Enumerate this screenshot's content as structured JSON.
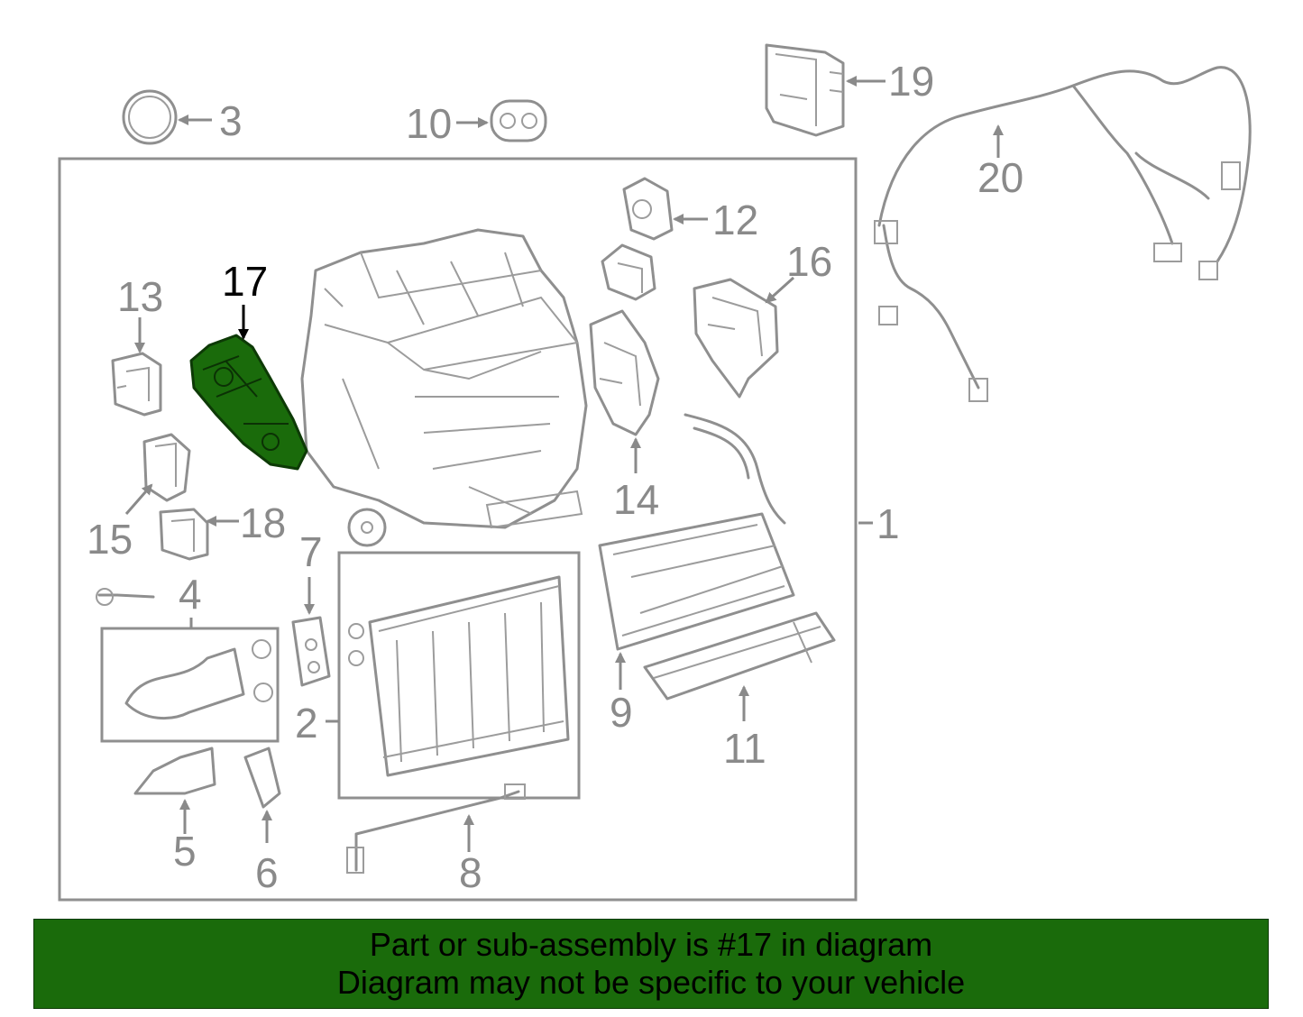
{
  "diagram": {
    "highlight_color": "#1a6b0b",
    "highlighted_part": "17",
    "labels": {
      "p1": "1",
      "p2": "2",
      "p3": "3",
      "p4": "4",
      "p5": "5",
      "p6": "6",
      "p7": "7",
      "p8": "8",
      "p9": "9",
      "p10": "10",
      "p11": "11",
      "p12": "12",
      "p13": "13",
      "p14": "14",
      "p15": "15",
      "p16": "16",
      "p17": "17",
      "p18": "18",
      "p19": "19",
      "p20": "20"
    }
  },
  "banner": {
    "line1": "Part or sub-assembly is #17 in diagram",
    "line2": "Diagram may not be specific to your vehicle",
    "background": "#1a6b0b"
  }
}
